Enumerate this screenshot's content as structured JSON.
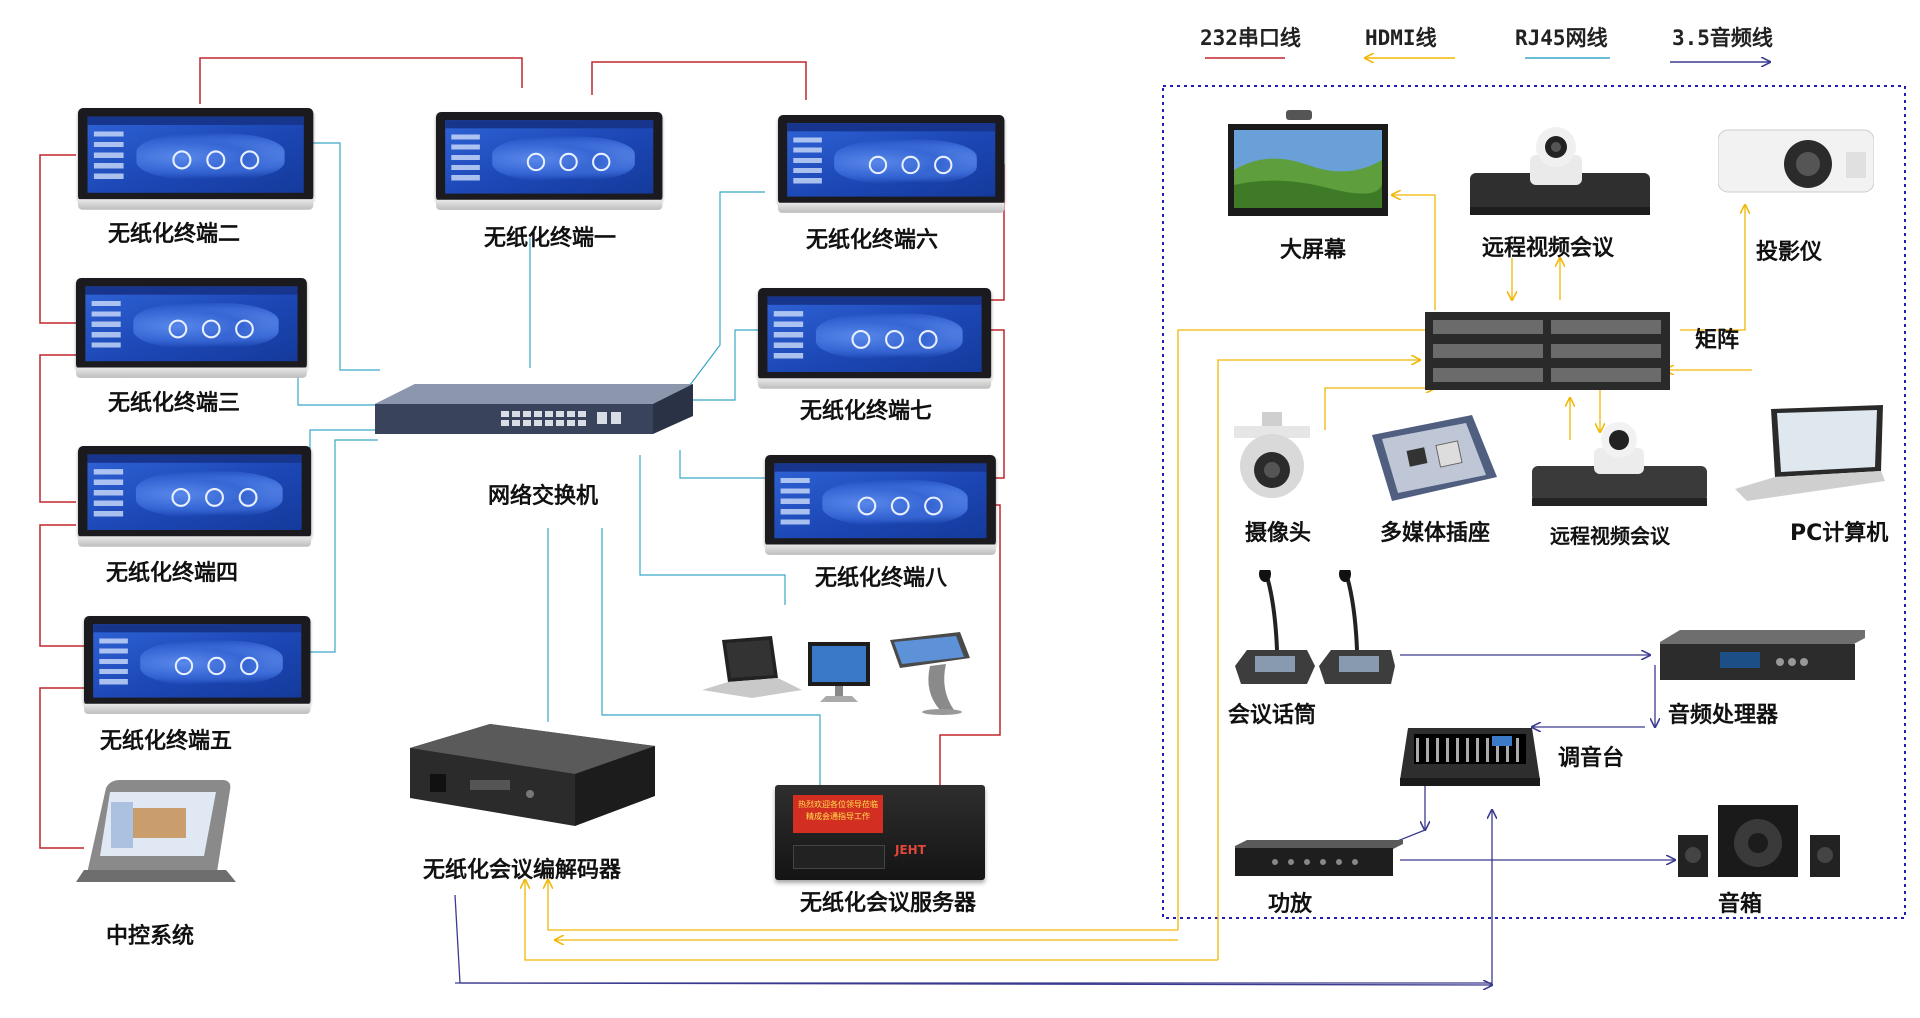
{
  "legend": [
    {
      "label": "232串口线",
      "color": "#c0262d"
    },
    {
      "label": "HDMI线",
      "color": "#f2b705"
    },
    {
      "label": "RJ45网线",
      "color": "#3aa7c9"
    },
    {
      "label": "3.5音频线",
      "color": "#3b3b8f"
    }
  ],
  "terminals": {
    "t1": "无纸化终端一",
    "t2": "无纸化终端二",
    "t3": "无纸化终端三",
    "t4": "无纸化终端四",
    "t5": "无纸化终端五",
    "t6": "无纸化终端六",
    "t7": "无纸化终端七",
    "t8": "无纸化终端八"
  },
  "left_devices": {
    "switch": "网络交换机",
    "control": "中控系统",
    "codec": "无纸化会议编解码器",
    "server": "无纸化会议服务器",
    "server_screen_line1": "热烈欢迎各位领导莅临",
    "server_screen_line2": "精成会通指导工作",
    "server_brand": "JEHT"
  },
  "right_devices": {
    "screen": "大屏幕",
    "vc_top": "远程视频会议",
    "projector": "投影仪",
    "matrix": "矩阵",
    "camera": "摄像头",
    "socket": "多媒体插座",
    "vc_bottom": "远程视频会议",
    "pc": "PC计算机",
    "mic": "会议话筒",
    "audio_proc": "音频处理器",
    "mixer": "调音台",
    "amp": "功放",
    "speaker": "音箱"
  },
  "colors": {
    "serial": "#c0262d",
    "hdmi": "#f2b705",
    "rj45": "#3aa7c9",
    "audio": "#3b3b8f",
    "dotted_border": "#1f1fb0",
    "tablet_screen": "#1c47b5"
  }
}
